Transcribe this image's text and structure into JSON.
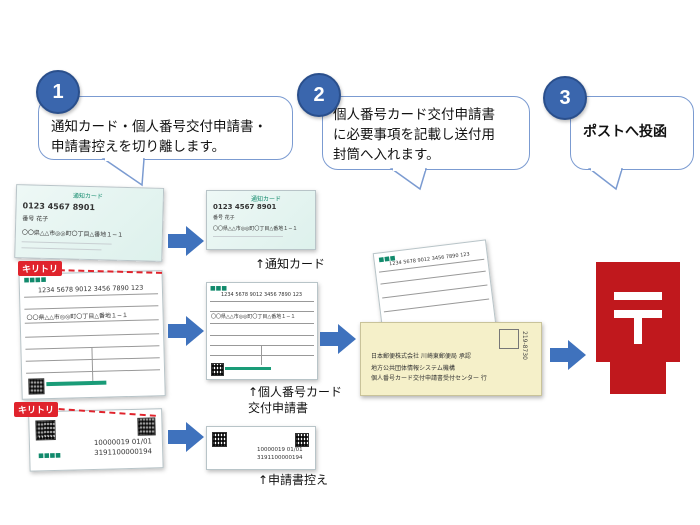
{
  "steps": [
    {
      "number": "1",
      "text_line1": "通知カード・個人番号交付申請書・",
      "text_line2": "申請書控えを切り離します。"
    },
    {
      "number": "2",
      "text_line1": "個人番号カード交付申請書",
      "text_line2": "に必要事項を記載し送付用",
      "text_line3": "封筒へ入れます。"
    },
    {
      "number": "3",
      "text_line1": "ポストへ投函"
    }
  ],
  "labels": {
    "notice_card": "↑通知カード",
    "application_line1": "↑個人番号カード",
    "application_line2": "交付申請書",
    "application_copy": "↑申請書控え"
  },
  "kiritori": "キリトリ",
  "sheet": {
    "card_title": "通知カード",
    "card_number": "0123 4567 8901",
    "card_name": "番号 花子",
    "card_addr": "〇〇県△△市◎◎町〇丁目△番地１−１",
    "app_number": "1234 5678 9012 3456 7890 123",
    "app_addr": "〇〇県△△市◎◎町〇丁目△番地１−１",
    "copy_number": "10000019 01/01",
    "copy_number2": "3191100000194"
  },
  "envelope": {
    "line1": "日本郵便株式会社 川崎東郵便局 承認",
    "line2": "地方公共団体情報システム機構",
    "line3": "個人番号カード交付申請書受付センター 行"
  },
  "colors": {
    "accent": "#3a66ad",
    "arrow": "#3f72bd",
    "cut": "#e0232c",
    "postbox": "#c0181d"
  }
}
